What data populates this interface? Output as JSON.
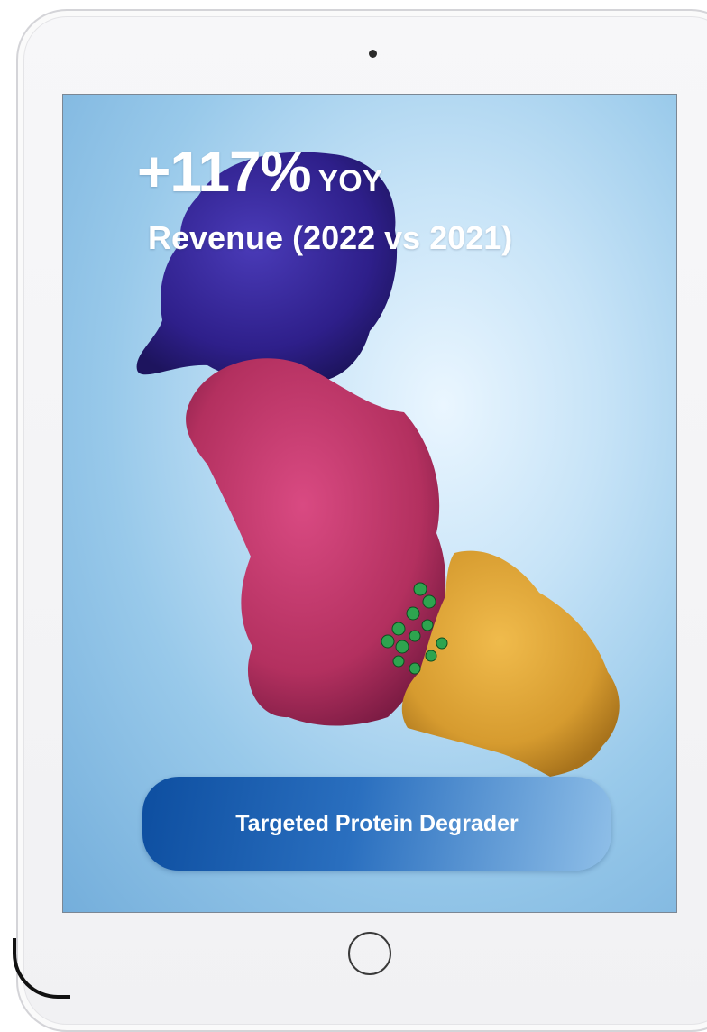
{
  "headline": {
    "value": "+117%",
    "unit": "YOY",
    "caption": "Revenue (2022 vs 2021)"
  },
  "badge": {
    "label": "Targeted Protein Degrader"
  },
  "colors": {
    "subunit_top": "#3a2a9e",
    "subunit_middle": "#c2386f",
    "subunit_bottom": "#e0a63a",
    "ligand": "#2ea44f",
    "badge_start": "#0d4ea0",
    "badge_end": "#8fbfe8"
  }
}
